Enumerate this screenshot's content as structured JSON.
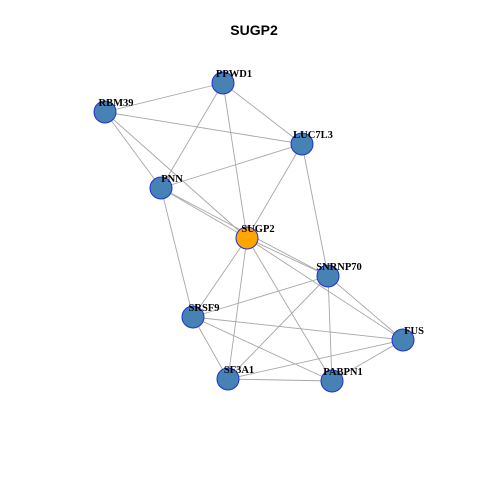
{
  "title": "SUGP2",
  "colors": {
    "center_node": "#ffa500",
    "node": "#4682b4",
    "node_border": "#1f2fd6",
    "edge": "#a6a6a6"
  },
  "nodes": [
    {
      "id": "PPWD1",
      "label": "PPWD1",
      "type": "neighbor"
    },
    {
      "id": "RBM39",
      "label": "RBM39",
      "type": "neighbor"
    },
    {
      "id": "LUC7L3",
      "label": "LUC7L3",
      "type": "neighbor"
    },
    {
      "id": "PNN",
      "label": "PNN",
      "type": "neighbor"
    },
    {
      "id": "SUGP2",
      "label": "SUGP2",
      "type": "center"
    },
    {
      "id": "SNRNP70",
      "label": "SNRNP70",
      "type": "neighbor"
    },
    {
      "id": "SRSF9",
      "label": "SRSF9",
      "type": "neighbor"
    },
    {
      "id": "FUS",
      "label": "FUS",
      "type": "neighbor"
    },
    {
      "id": "SF3A1",
      "label": "SF3A1",
      "type": "neighbor"
    },
    {
      "id": "PABPN1",
      "label": "PABPN1",
      "type": "neighbor"
    }
  ],
  "edges": [
    [
      "PPWD1",
      "RBM39"
    ],
    [
      "PPWD1",
      "LUC7L3"
    ],
    [
      "PPWD1",
      "PNN"
    ],
    [
      "PPWD1",
      "SUGP2"
    ],
    [
      "RBM39",
      "LUC7L3"
    ],
    [
      "RBM39",
      "PNN"
    ],
    [
      "RBM39",
      "SUGP2"
    ],
    [
      "LUC7L3",
      "PNN"
    ],
    [
      "LUC7L3",
      "SUGP2"
    ],
    [
      "LUC7L3",
      "SNRNP70"
    ],
    [
      "PNN",
      "SUGP2"
    ],
    [
      "PNN",
      "SNRNP70"
    ],
    [
      "PNN",
      "SRSF9"
    ],
    [
      "SUGP2",
      "SNRNP70"
    ],
    [
      "SUGP2",
      "SRSF9"
    ],
    [
      "SUGP2",
      "SF3A1"
    ],
    [
      "SUGP2",
      "PABPN1"
    ],
    [
      "SUGP2",
      "FUS"
    ],
    [
      "SNRNP70",
      "SRSF9"
    ],
    [
      "SNRNP70",
      "FUS"
    ],
    [
      "SNRNP70",
      "SF3A1"
    ],
    [
      "SNRNP70",
      "PABPN1"
    ],
    [
      "SRSF9",
      "FUS"
    ],
    [
      "SRSF9",
      "SF3A1"
    ],
    [
      "SRSF9",
      "PABPN1"
    ],
    [
      "SF3A1",
      "PABPN1"
    ],
    [
      "SF3A1",
      "FUS"
    ],
    [
      "PABPN1",
      "FUS"
    ]
  ]
}
